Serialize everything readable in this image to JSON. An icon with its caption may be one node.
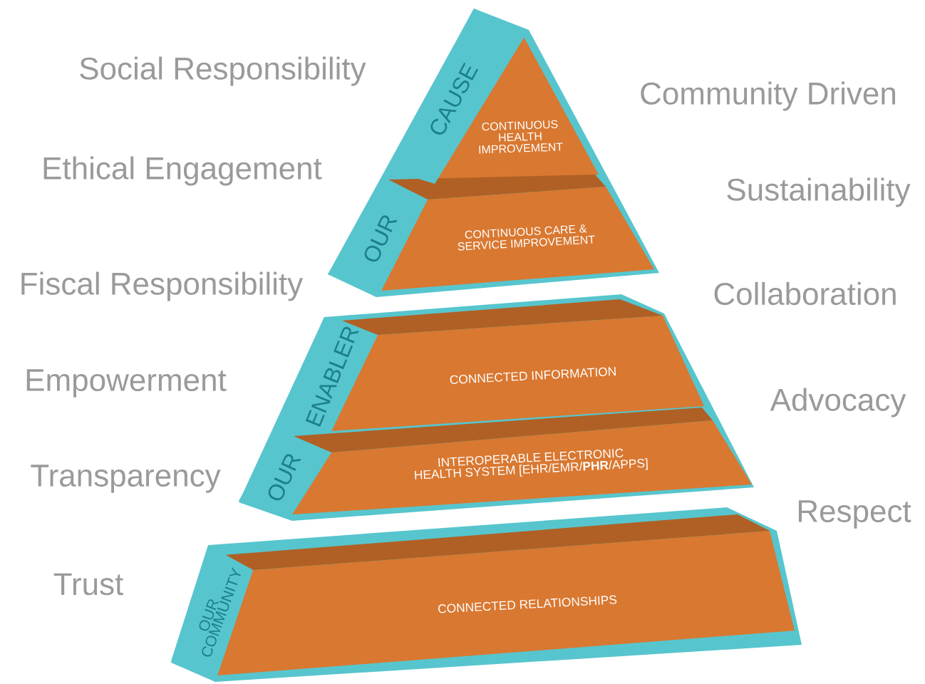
{
  "diagram": {
    "nodes": [
      {
        "text": [
          "CAUSE"
        ]
      },
      {
        "text": [
          "CONTINUOUS HEALTH IMPROVEMENT"
        ]
      },
      {
        "text": [
          "OUR"
        ]
      },
      {
        "text": [
          "CONTINUOUS CARE & SERVICE IMPROVEMENT"
        ]
      },
      {
        "text": [
          "ENABLER"
        ]
      },
      {
        "text": [
          "CONNECTED INFORMATION"
        ]
      },
      {
        "text": [
          "OUR"
        ]
      },
      {
        "text": [
          "INTEROPERABLE ELECTRONIC HEALTH SYSTEM [EHR/EMR/**PHR**/APPS]"
        ]
      },
      {
        "text": [
          "OUR COMMUNITY"
        ]
      },
      {
        "text": [
          "CONNECTED RELATIONSHIPS"
        ]
      }
    ],
    "labels": [
      "Social Responsibility",
      "Community Driven",
      "Ethical Engagement",
      "Sustainability",
      "Fiscal Responsibility",
      "Collaboration",
      "Empowerment",
      "Advocacy",
      "Transparency",
      "Respect",
      "Trust"
    ]
  }
}
